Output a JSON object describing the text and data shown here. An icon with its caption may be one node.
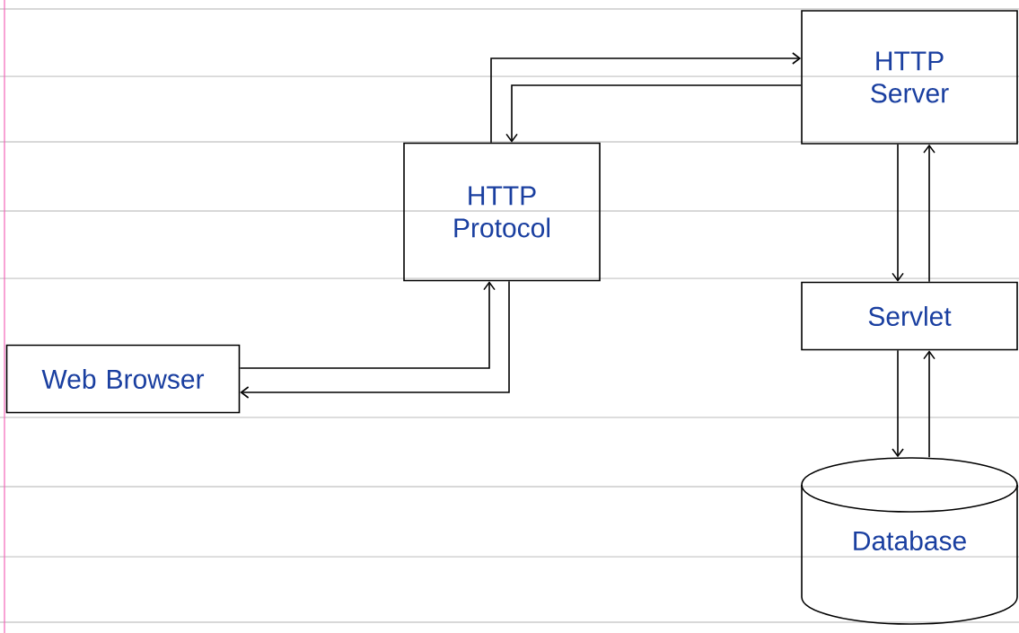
{
  "diagram": {
    "nodes": [
      {
        "text": [
          "HTTP Server"
        ]
      },
      {
        "text": [
          "HTTP Protocol"
        ]
      },
      {
        "text": [
          "Servlet"
        ]
      },
      {
        "text": [
          "Web Browser"
        ]
      },
      {
        "text": [
          "Database"
        ]
      }
    ],
    "edges": [
      {
        "from": 1,
        "to": 0,
        "arrow": "to"
      },
      {
        "from": 0,
        "to": 1,
        "arrow": "to"
      },
      {
        "from": 0,
        "to": 2,
        "arrow": "to"
      },
      {
        "from": 2,
        "to": 0,
        "arrow": "to"
      },
      {
        "from": 2,
        "to": 4,
        "arrow": "to"
      },
      {
        "from": 4,
        "to": 2,
        "arrow": "to"
      },
      {
        "from": 3,
        "to": 1,
        "arrow": "to"
      },
      {
        "from": 1,
        "to": 3,
        "arrow": "to"
      }
    ]
  }
}
